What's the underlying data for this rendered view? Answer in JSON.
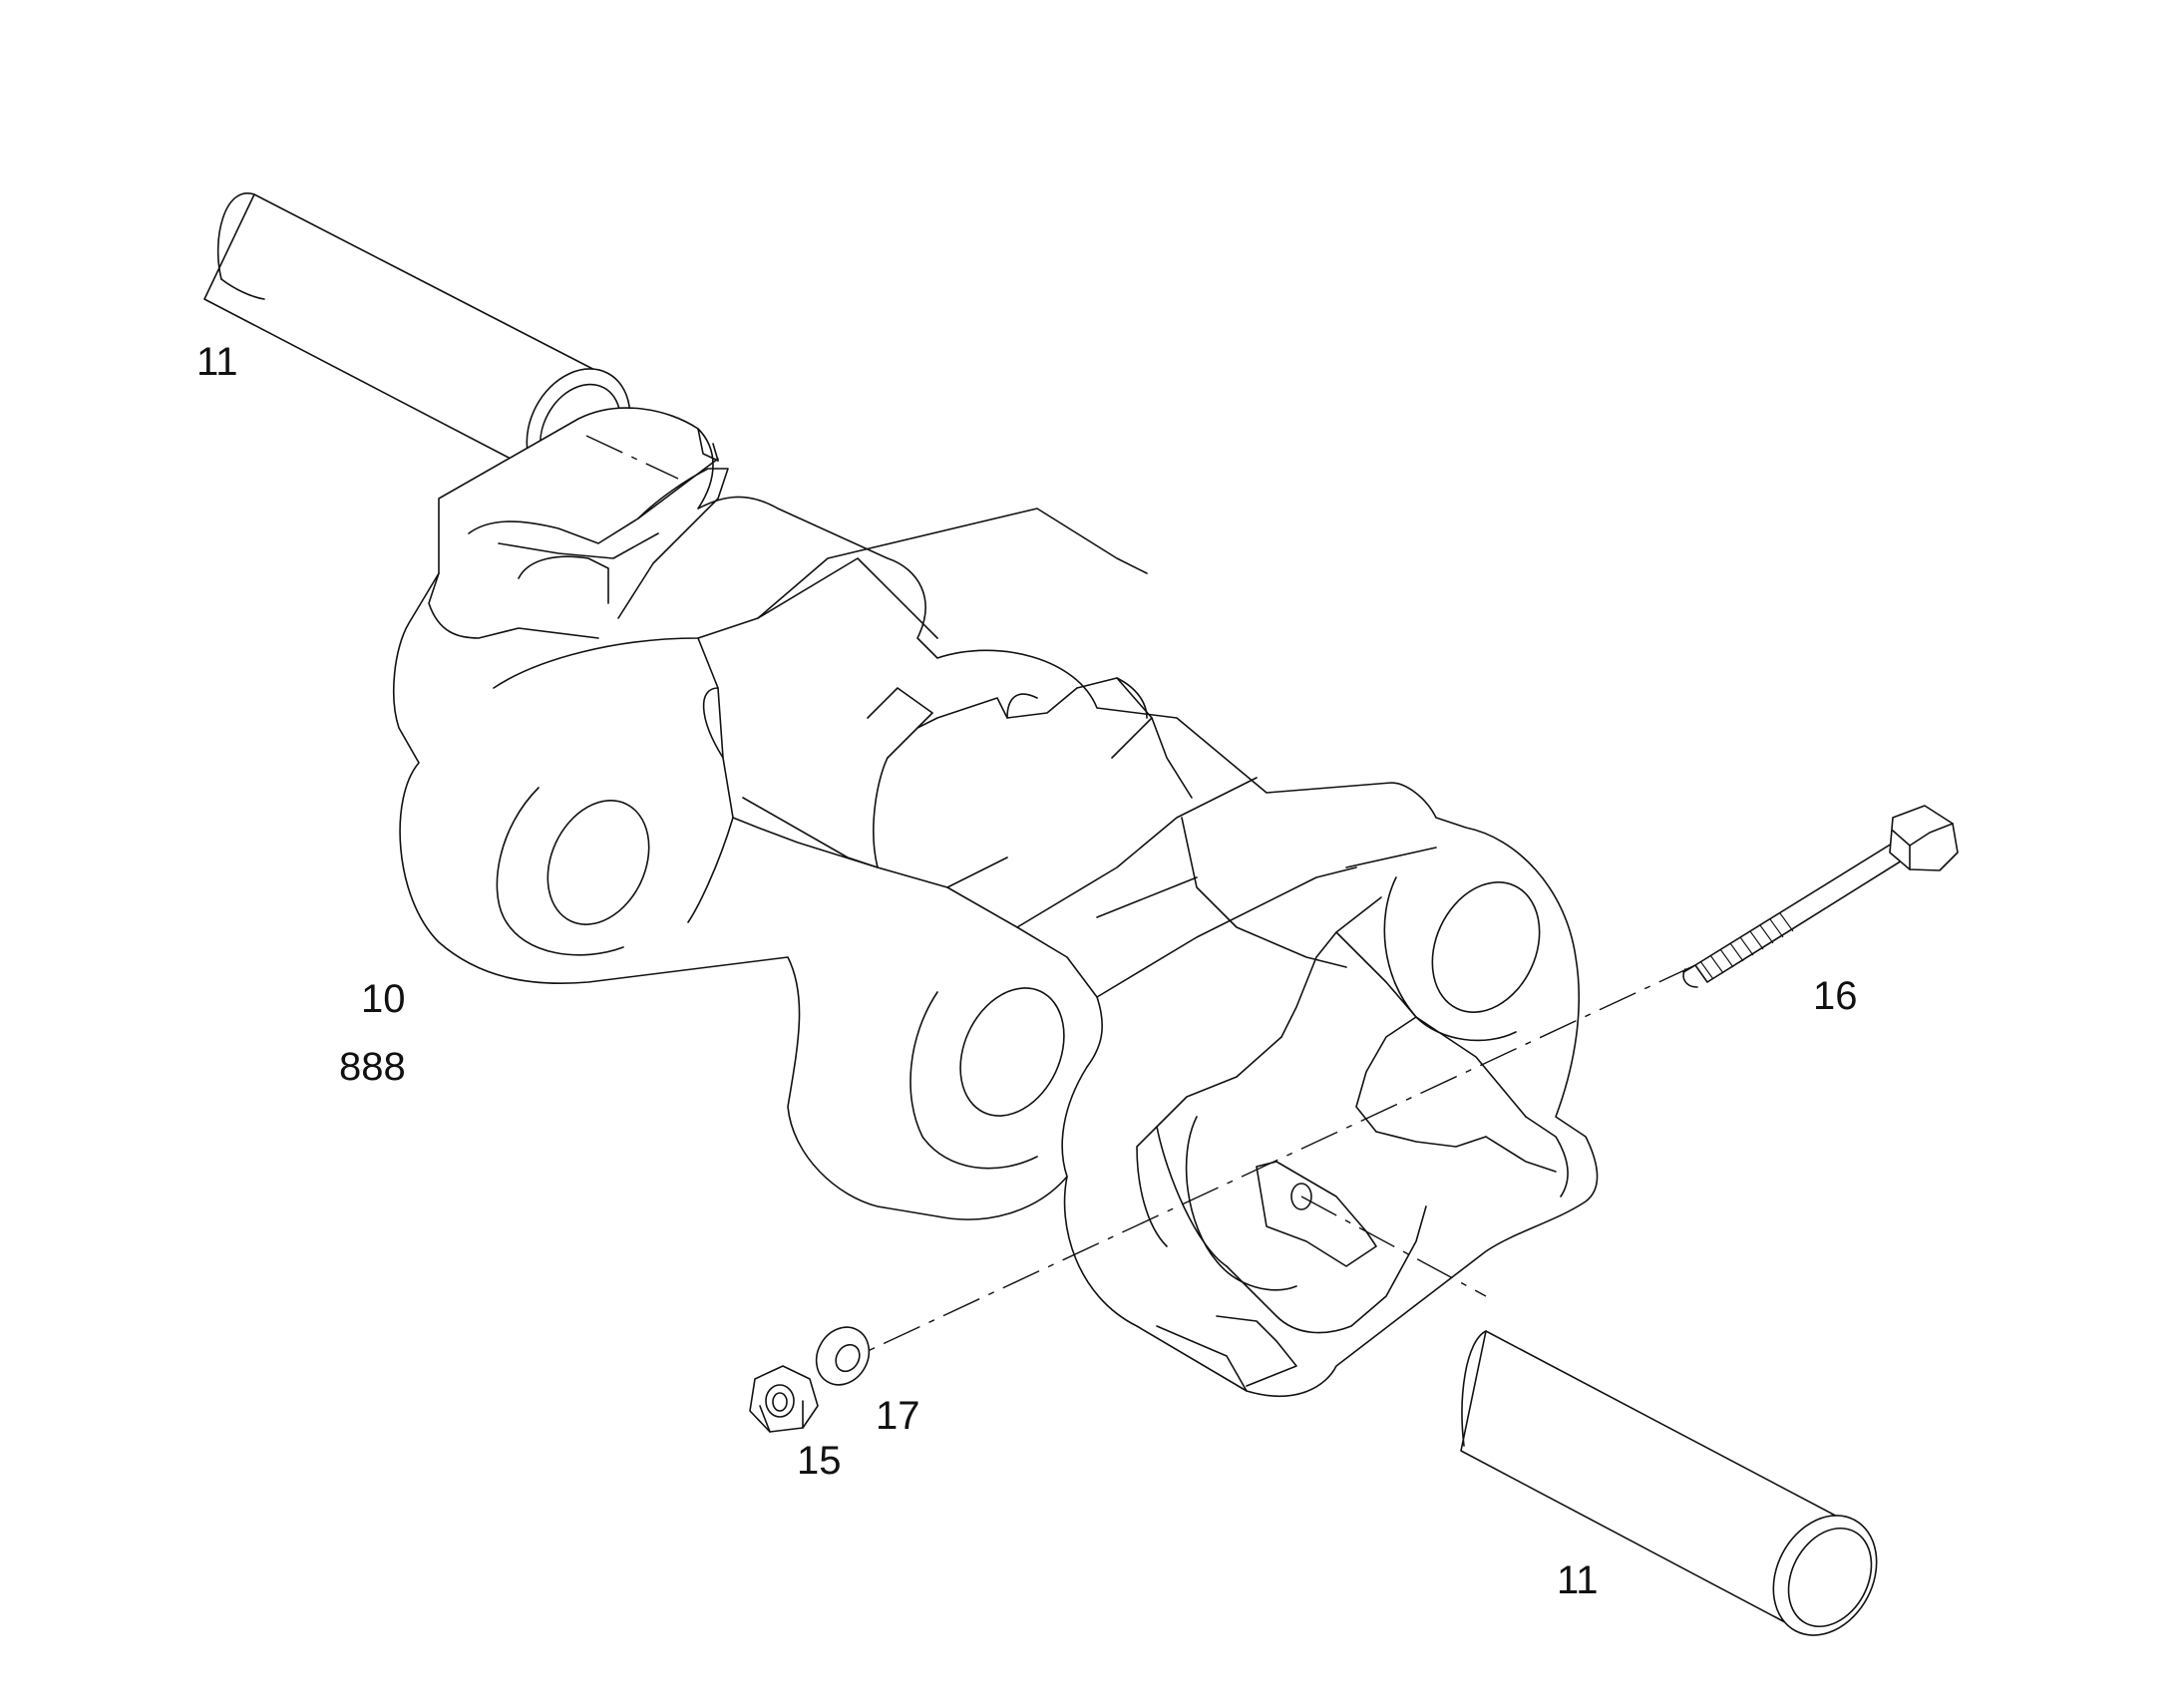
{
  "callouts": {
    "pin_upper": "11",
    "pin_lower": "11",
    "link_assembly": "10",
    "link_assembly_alt": "888",
    "bolt": "16",
    "washer": "17",
    "nut": "15"
  },
  "colors": {
    "line": "#111111",
    "background": "#ffffff"
  }
}
